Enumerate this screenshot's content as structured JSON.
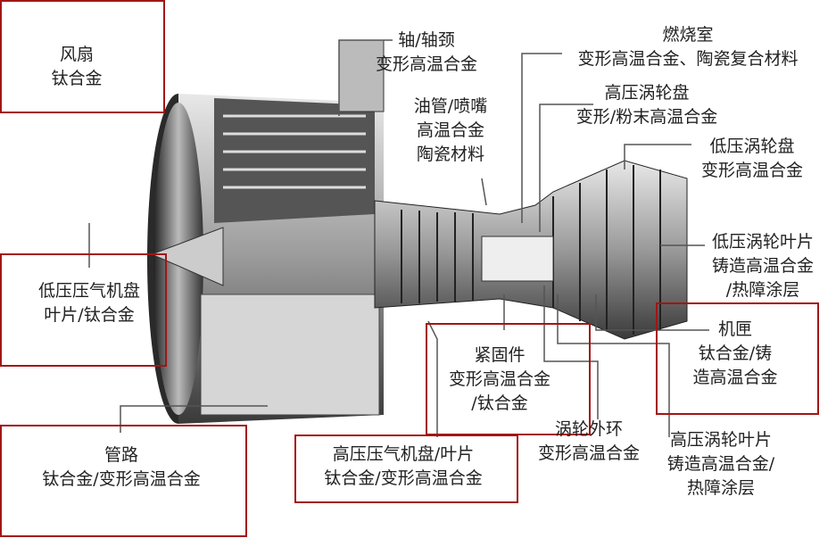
{
  "labels": {
    "fan": [
      "风扇",
      "钛合金"
    ],
    "shaft": [
      "轴/轴颈",
      "变形高温合金"
    ],
    "combustor": [
      "燃烧室",
      "变形高温合金、陶瓷复合材料"
    ],
    "oil_nozzle": [
      "油管/喷嘴",
      "高温合金",
      "陶瓷材料"
    ],
    "hpt_disk": [
      "高压涡轮盘",
      "变形/粉末高温合金"
    ],
    "lpt_disk": [
      "低压涡轮盘",
      "变形高温合金"
    ],
    "lpt_blade": [
      "低压涡轮叶片",
      "铸造高温合金",
      "/热障涂层"
    ],
    "casing": [
      "机匣",
      "钛合金/铸",
      "造高温合金"
    ],
    "lpc": [
      "低压压气机盘",
      "叶片/钛合金"
    ],
    "fastener": [
      "紧固件",
      "变形高温合金",
      "/钛合金"
    ],
    "turbine_ring": [
      "涡轮外环",
      "变形高温合金"
    ],
    "hpt_blade": [
      "高压涡轮叶片",
      "铸造高温合金/",
      "热障涂层"
    ],
    "piping": [
      "管路",
      "钛合金/变形高温合金"
    ],
    "hpc": [
      "高压压气机盘/叶片",
      "钛合金/变形高温合金"
    ]
  },
  "colors": {
    "highlight_box": "#a31515",
    "leader_line": "#555555"
  }
}
